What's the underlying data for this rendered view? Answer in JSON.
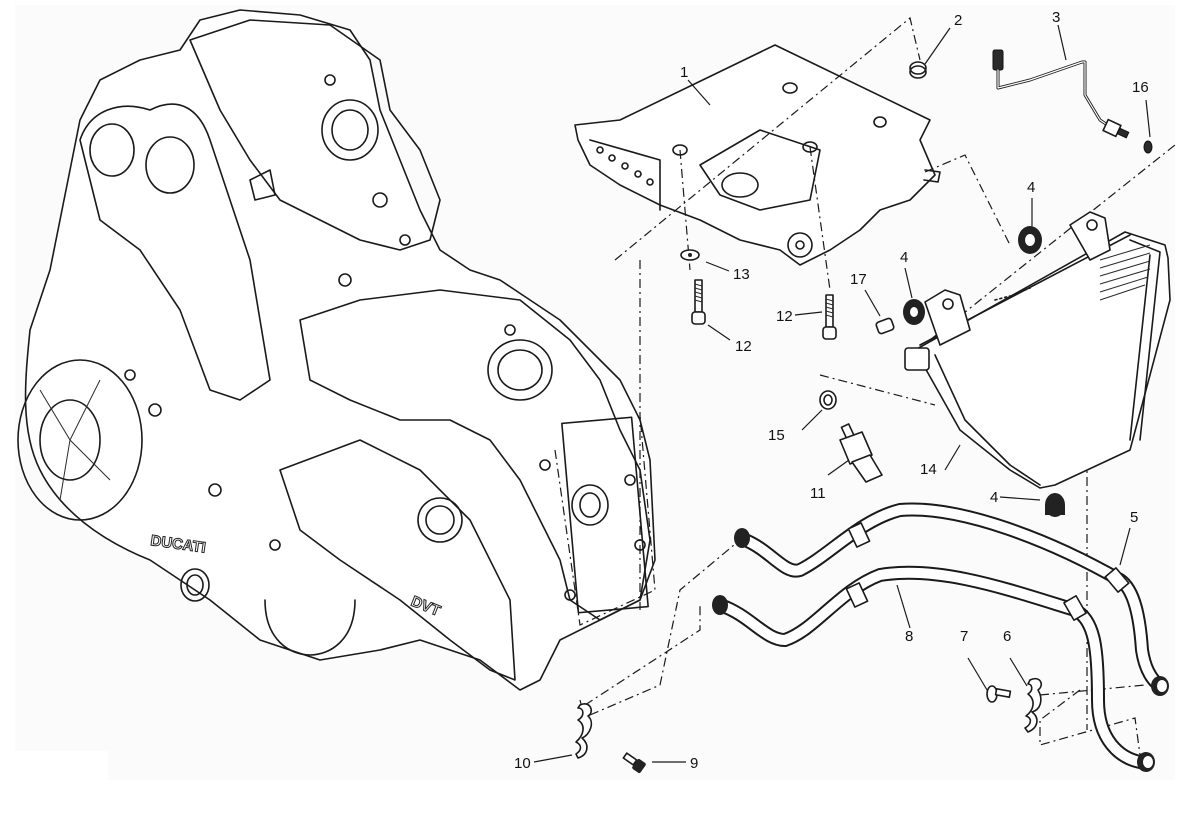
{
  "diagram": {
    "title": "Oil cooler assembly exploded view",
    "engine_logo": "DUCATI",
    "engine_badge": "DVT",
    "callouts": [
      {
        "id": "1",
        "part": "bracket"
      },
      {
        "id": "2",
        "part": "nut"
      },
      {
        "id": "3",
        "part": "sensor-cable"
      },
      {
        "id": "4",
        "part": "rubber-grommet"
      },
      {
        "id": "5",
        "part": "oil-hose-upper"
      },
      {
        "id": "6",
        "part": "hose-clamp-plate"
      },
      {
        "id": "7",
        "part": "screw"
      },
      {
        "id": "8",
        "part": "oil-hose-lower"
      },
      {
        "id": "9",
        "part": "screw"
      },
      {
        "id": "10",
        "part": "hose-clamp-plate"
      },
      {
        "id": "11",
        "part": "temperature-sensor"
      },
      {
        "id": "12",
        "part": "screw"
      },
      {
        "id": "13",
        "part": "washer"
      },
      {
        "id": "14",
        "part": "oil-cooler"
      },
      {
        "id": "15",
        "part": "sealing-washer"
      },
      {
        "id": "16",
        "part": "sealing-washer"
      },
      {
        "id": "17",
        "part": "spacer"
      }
    ],
    "labels": {
      "l1": "1",
      "l2": "2",
      "l3": "3",
      "l4a": "4",
      "l4b": "4",
      "l4c": "4",
      "l5": "5",
      "l6": "6",
      "l7": "7",
      "l8": "8",
      "l9": "9",
      "l10": "10",
      "l11": "11",
      "l12a": "12",
      "l12b": "12",
      "l13": "13",
      "l14": "14",
      "l15": "15",
      "l16": "16",
      "l17": "17"
    }
  }
}
